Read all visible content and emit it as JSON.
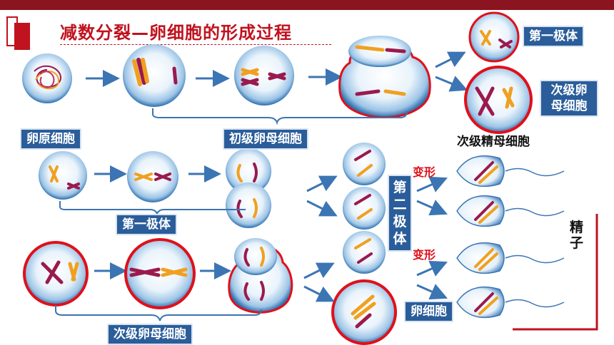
{
  "title": "减数分裂—卵细胞的形成过程",
  "labels": {
    "first_polar_body_top": "第一极体",
    "secondary_oocyte_top": "次级卵母细胞",
    "oogonium": "卵原细胞",
    "primary_oocyte": "初级卵母细胞",
    "secondary_spermatocyte": "次级精母细胞",
    "first_polar_body_mid": "第一极体",
    "second_polar_body": "第二极体",
    "transform_1": "变形",
    "transform_2": "变形",
    "sperm": "精子",
    "egg_cell": "卵细胞",
    "secondary_oocyte_bottom": "次级卵母细胞"
  },
  "colors": {
    "cell_edge": "#2d6fae",
    "cell_center": "#ffffff",
    "chromo_orange": "#f0a020",
    "chromo_purple": "#9a1a4e",
    "highlight_red": "#e0101a",
    "label_bg": "#2a5d9a",
    "arrow": "#3b75b3"
  }
}
